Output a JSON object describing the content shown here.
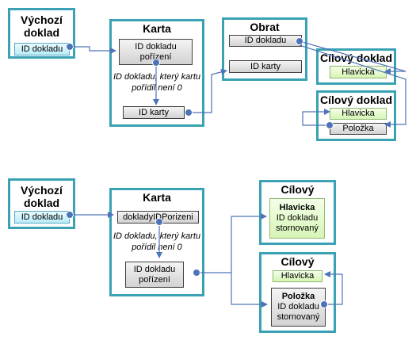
{
  "top": {
    "source": {
      "title": "Výchozí doklad",
      "field": "ID dokladu"
    },
    "karta": {
      "title": "Karta",
      "field_top": "ID dokladu pořízení",
      "note": "ID dokladu, který kartu pořídil není 0",
      "field_bottom": "ID karty"
    },
    "obrat": {
      "title": "Obrat",
      "field1": "ID dokladu",
      "field2": "ID karty"
    },
    "target1": {
      "title": "Cílový doklad",
      "field": "Hlavicka"
    },
    "target2": {
      "title": "Cílový doklad",
      "field1": "Hlavicka",
      "field2": "Položka"
    }
  },
  "bottom": {
    "source": {
      "title": "Výchozí doklad",
      "field": "ID dokladu"
    },
    "karta": {
      "title": "Karta",
      "field_top": "dokladyIDPorizeni",
      "note": "ID dokladu, který kartu pořídil není 0",
      "field_bottom": "ID dokladu pořízení"
    },
    "target1": {
      "title": "Cílový doklad",
      "box_head": "Hlavicka",
      "box_body": "ID dokladu stornovaný"
    },
    "target2": {
      "title": "Cílový doklad",
      "field": "Hlavicka",
      "box_head": "Položka",
      "box_body": "ID dokladu stornovaný"
    }
  },
  "colors": {
    "frame": "#3aa2b4",
    "line": "#4f73b8",
    "cyan_field": "#c8f1fb",
    "green_field": "#dcf7c0",
    "grey_field": "#dcdcdc"
  }
}
